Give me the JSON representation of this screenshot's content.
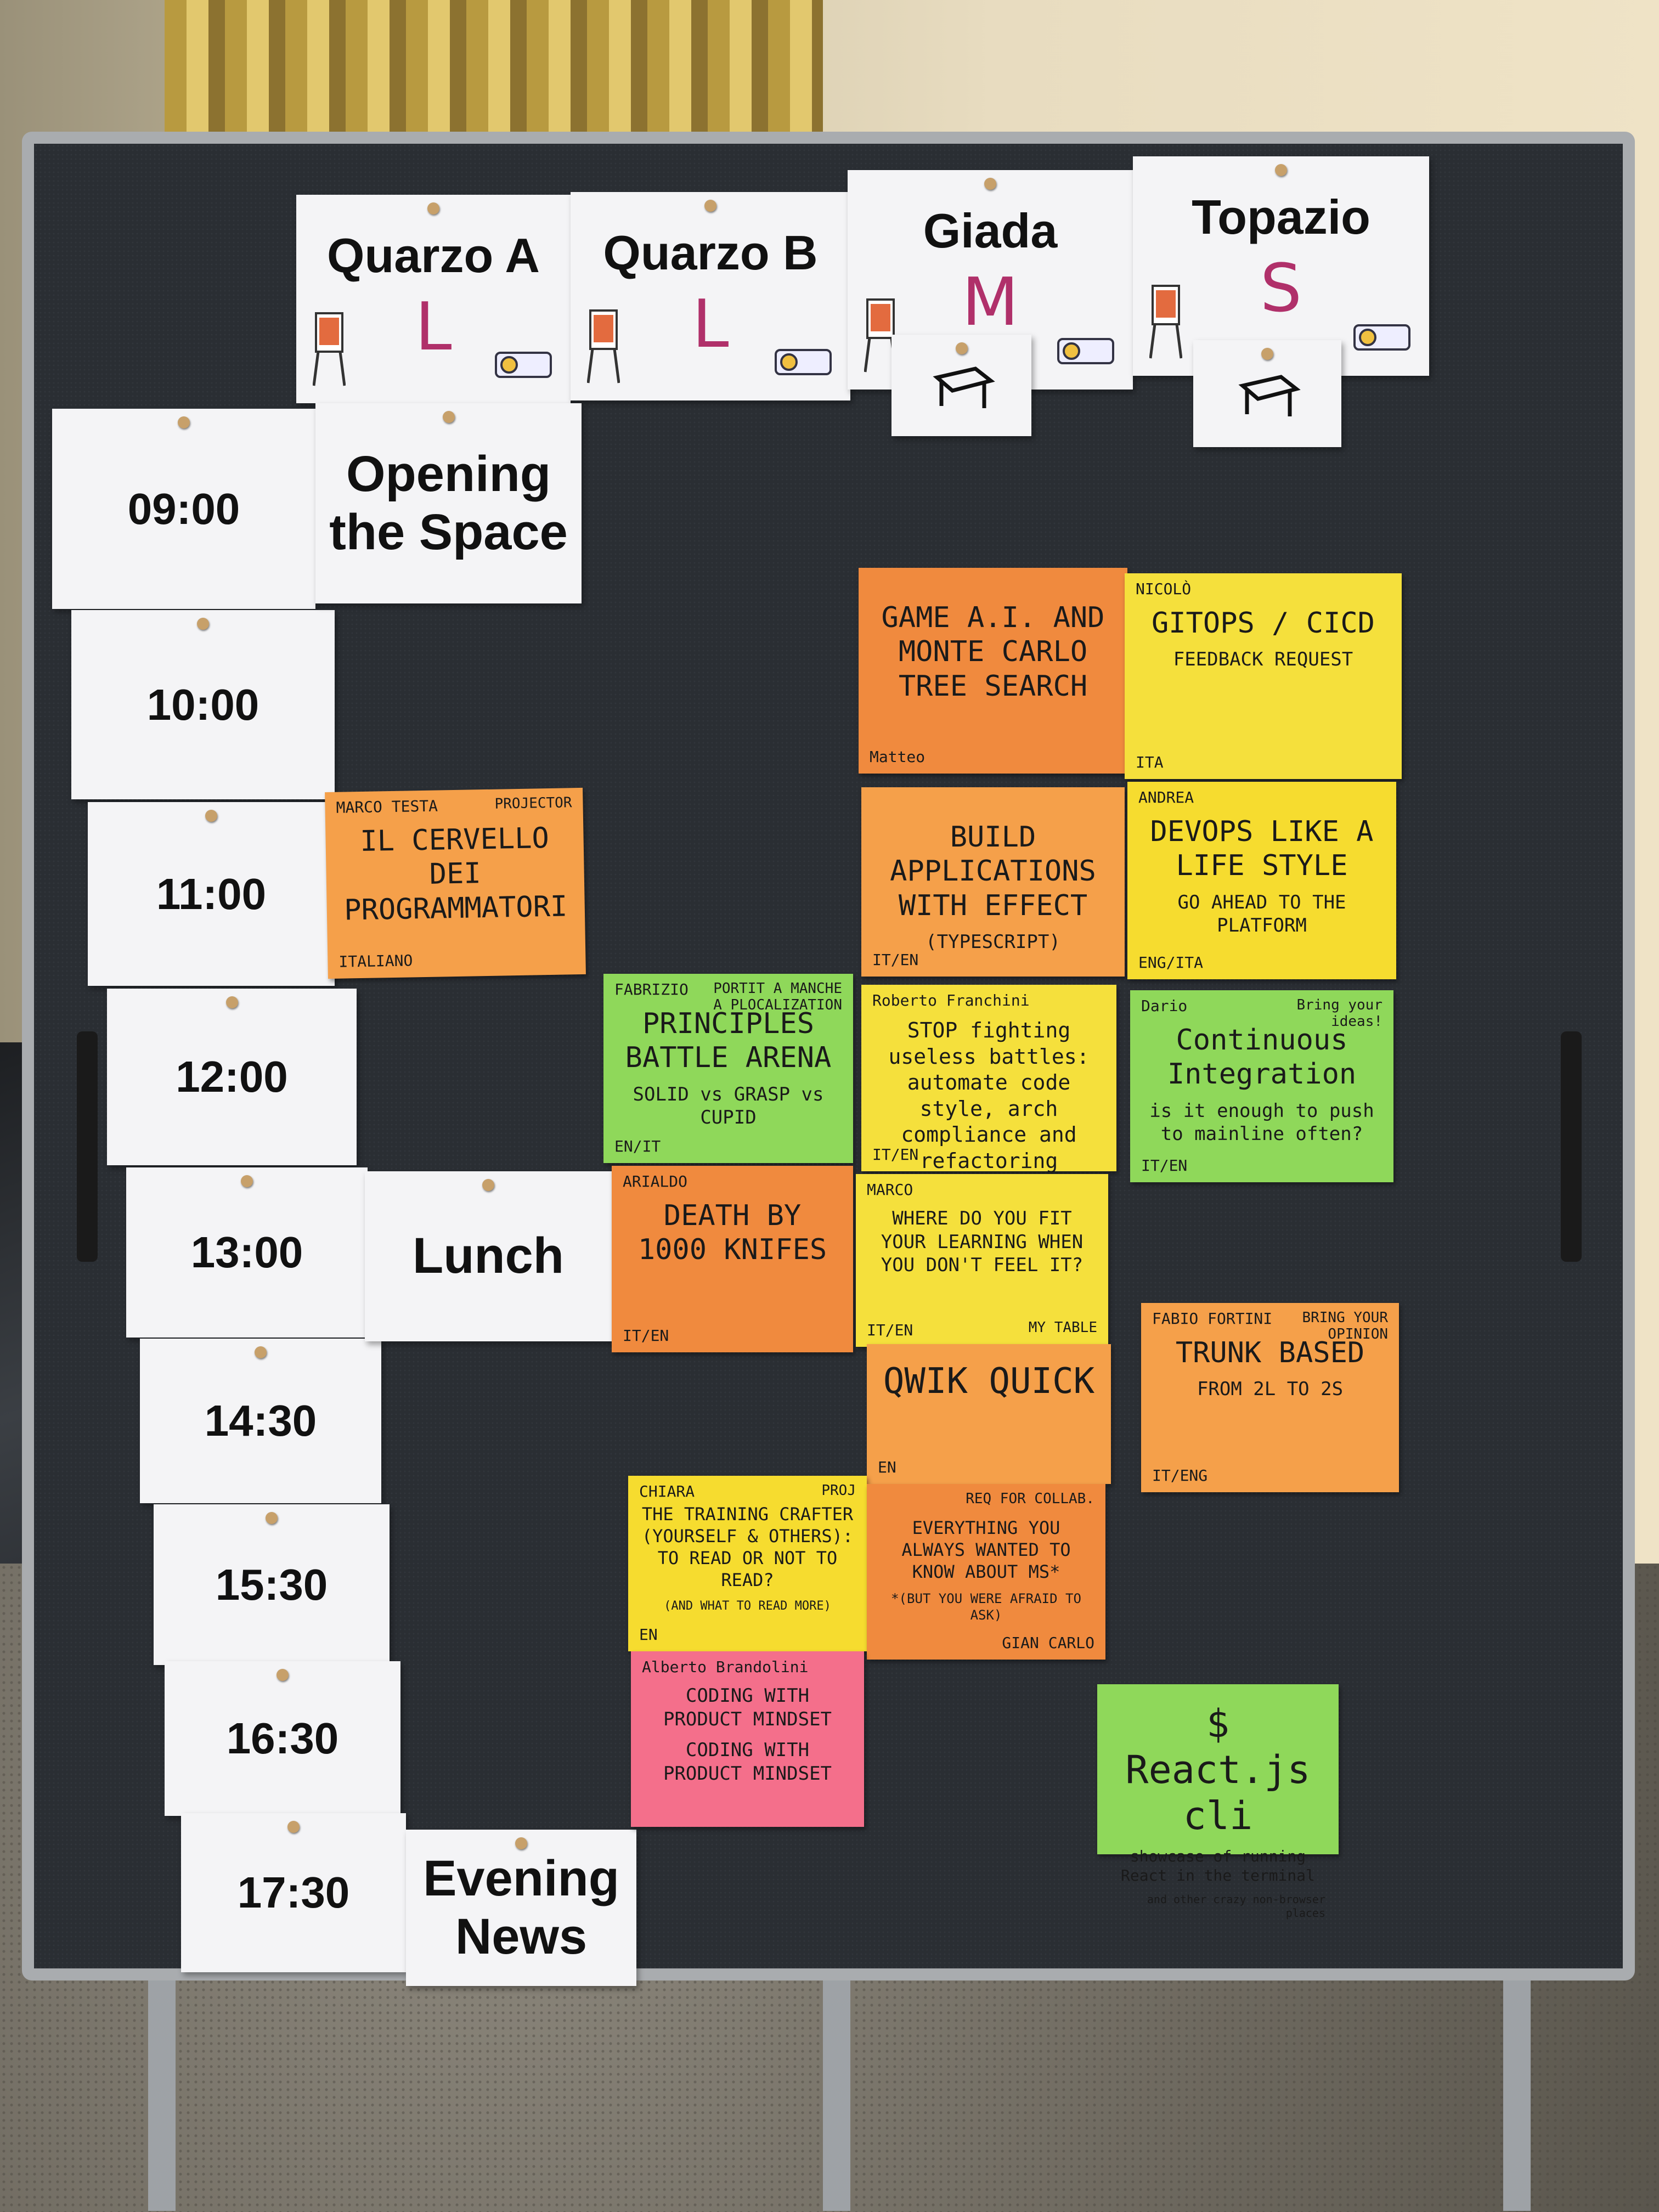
{
  "rooms": [
    {
      "name": "Quarzo A",
      "size": "L"
    },
    {
      "name": "Quarzo B",
      "size": "L"
    },
    {
      "name": "Giada",
      "size": "M"
    },
    {
      "name": "Topazio",
      "size": "S"
    }
  ],
  "times": [
    "09:00",
    "10:00",
    "11:00",
    "12:00",
    "13:00",
    "14:30",
    "15:30",
    "16:30",
    "17:30"
  ],
  "fixed": {
    "opening": "Opening the Space",
    "lunch": "Lunch",
    "evening": "Evening News"
  },
  "sessions": {
    "game_ai": {
      "title": "GAME A.I. AND MONTE CARLO TREE SEARCH",
      "author": "Matteo"
    },
    "gitops": {
      "title": "GITOPS / CICD",
      "sub": "FEEDBACK REQUEST",
      "author": "NICOLÒ",
      "lang": "ITA"
    },
    "cervello": {
      "title": "IL CERVELLO DEI PROGRAMMATORI",
      "author": "MARCO TESTA",
      "corner": "PROJECTOR",
      "lang": "ITALIANO"
    },
    "build_apps": {
      "title": "BUILD APPLICATIONS WITH EFFECT",
      "sub": "(TYPESCRIPT)",
      "lang": "IT/EN"
    },
    "devops": {
      "title": "DEVOPS LIKE A LIFE STYLE",
      "sub": "GO AHEAD TO THE PLATFORM",
      "author": "ANDREA",
      "lang": "ENG/ITA"
    },
    "principles": {
      "title": "PRINCIPLES BATTLE ARENA",
      "sub": "SOLID vs GRASP vs CUPID",
      "author": "FABRIZIO",
      "corner": "PORTIT A MANCHE A PLOCALIZATION",
      "lang": "EN/IT"
    },
    "stop_fighting": {
      "title": "STOP fighting useless battles: automate code style, arch compliance and refactoring",
      "author": "Roberto Franchini",
      "lang": "IT/EN"
    },
    "continuous": {
      "title": "Continuous Integration",
      "sub": "is it enough to push to mainline often?",
      "author": "Dario",
      "corner": "Bring your ideas!",
      "lang": "IT/EN"
    },
    "death": {
      "title": "DEATH BY 1000 KNIFES",
      "author": "ARIALDO",
      "lang": "IT/EN"
    },
    "learning": {
      "title": "WHERE DO YOU FIT YOUR LEARNING WHEN YOU DON'T FEEL IT?",
      "author": "MARCO",
      "corner": "MY TABLE",
      "lang": "IT/EN"
    },
    "qwik": {
      "title": "QWIK QUICK",
      "lang": "EN"
    },
    "trunk": {
      "title": "TRUNK BASED",
      "sub": "FROM 2L TO 2S",
      "author": "FABIO FORTINI",
      "corner": "BRING YOUR OPINION",
      "lang": "IT/ENG"
    },
    "training": {
      "title": "THE TRAINING CRAFTER (YOURSELF & OTHERS): TO READ OR NOT TO READ?",
      "sub": "(AND WHAT TO READ MORE)",
      "author": "CHIARA",
      "corner": "PROJ",
      "lang": "EN"
    },
    "ms": {
      "title": "EVERYTHING YOU ALWAYS WANTED TO KNOW ABOUT MS*",
      "sub": "*(BUT YOU WERE AFRAID TO ASK)",
      "author": "GIAN CARLO",
      "corner": "REQ FOR COLLAB."
    },
    "coding": {
      "title": "CODING WITH PRODUCT MINDSET",
      "sub": "CODING WITH PRODUCT MINDSET",
      "author": "Alberto Brandolini"
    },
    "react": {
      "title": "$ React.js cli",
      "sub": "showcase of running React in the terminal",
      "corner": "and other crazy non-browser places"
    }
  },
  "colors": {
    "board": "#2a2e33",
    "frame": "#a9acaf",
    "orange": "#f5a04a",
    "yellow": "#f5e03c",
    "green": "#8fd85a",
    "pink": "#f46f8b",
    "size_marker": "#b0306a"
  },
  "icons": [
    "easel-icon",
    "projector-icon",
    "table-icon",
    "pushpin-icon"
  ]
}
